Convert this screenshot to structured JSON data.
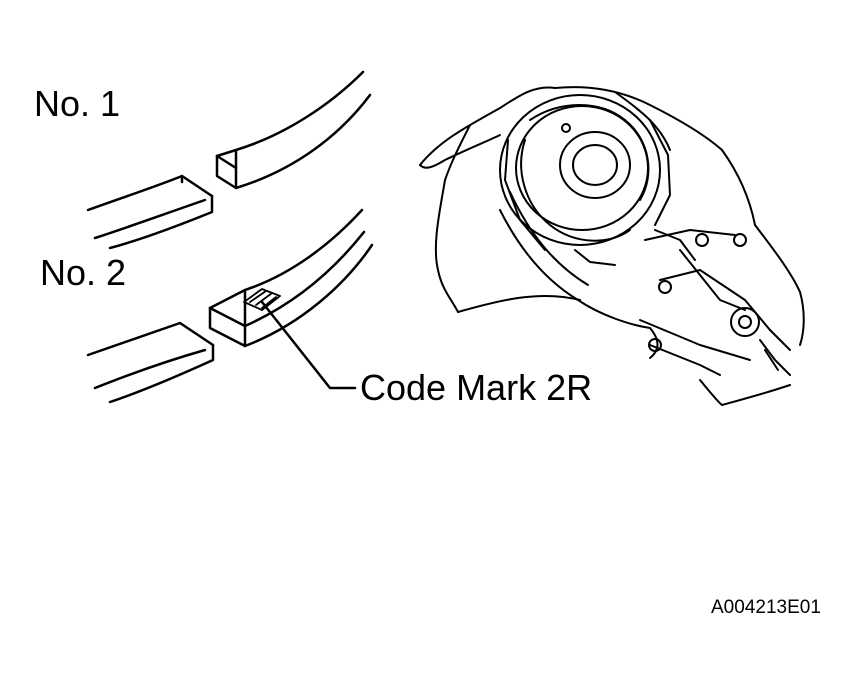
{
  "labels": {
    "ring_no1": "No. 1",
    "ring_no2": "No. 2",
    "code_mark": "Code Mark 2R",
    "figure_id": "A004213E01"
  },
  "colors": {
    "line": "#000000",
    "background": "#ffffff"
  },
  "icons": {
    "ring1": "piston-ring-segment",
    "ring2": "piston-ring-segment",
    "code_mark": "hatched-code-mark",
    "tool": "piston-ring-expander"
  }
}
